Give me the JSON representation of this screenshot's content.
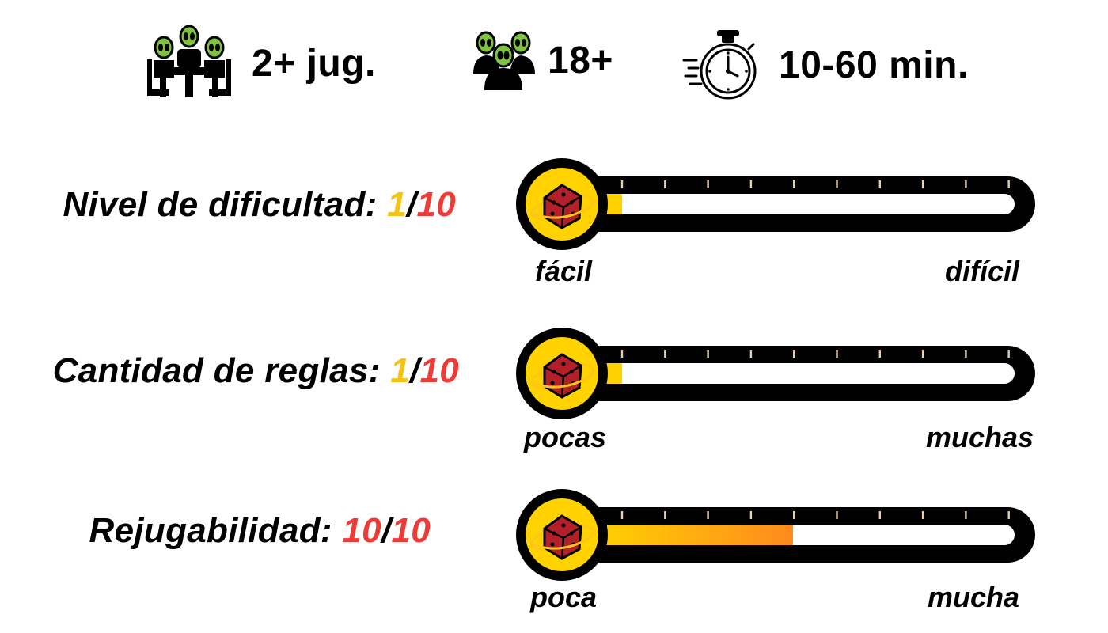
{
  "top": {
    "players": {
      "icon": "players-at-table-icon",
      "text": "2+ jug."
    },
    "age": {
      "icon": "group-of-aliens-icon",
      "text": "18+"
    },
    "time": {
      "icon": "stopwatch-icon",
      "text": "10-60 min."
    }
  },
  "meters": [
    {
      "label": "Nivel de dificultad:",
      "value": "1",
      "sep": "/",
      "max": "10",
      "fraction": 0.1,
      "low": "fácil",
      "high": "difícil"
    },
    {
      "label": "Cantidad de reglas:",
      "value": "1",
      "sep": "/",
      "max": "10",
      "fraction": 0.1,
      "low": "pocas",
      "high": "muchas"
    },
    {
      "label": "Rejugabilidad:",
      "value": "10",
      "sep": "/",
      "max": "10",
      "fraction": 0.45,
      "low": "poca",
      "high": "mucha"
    }
  ],
  "colors": {
    "value_low": "#f6c315",
    "value_max": "#ef3a36",
    "fill_start": "#ffd200",
    "fill_end": "#ff8a1e",
    "alien": "#7fc241",
    "die": "#b3202a",
    "ring": "#ffc61a"
  }
}
